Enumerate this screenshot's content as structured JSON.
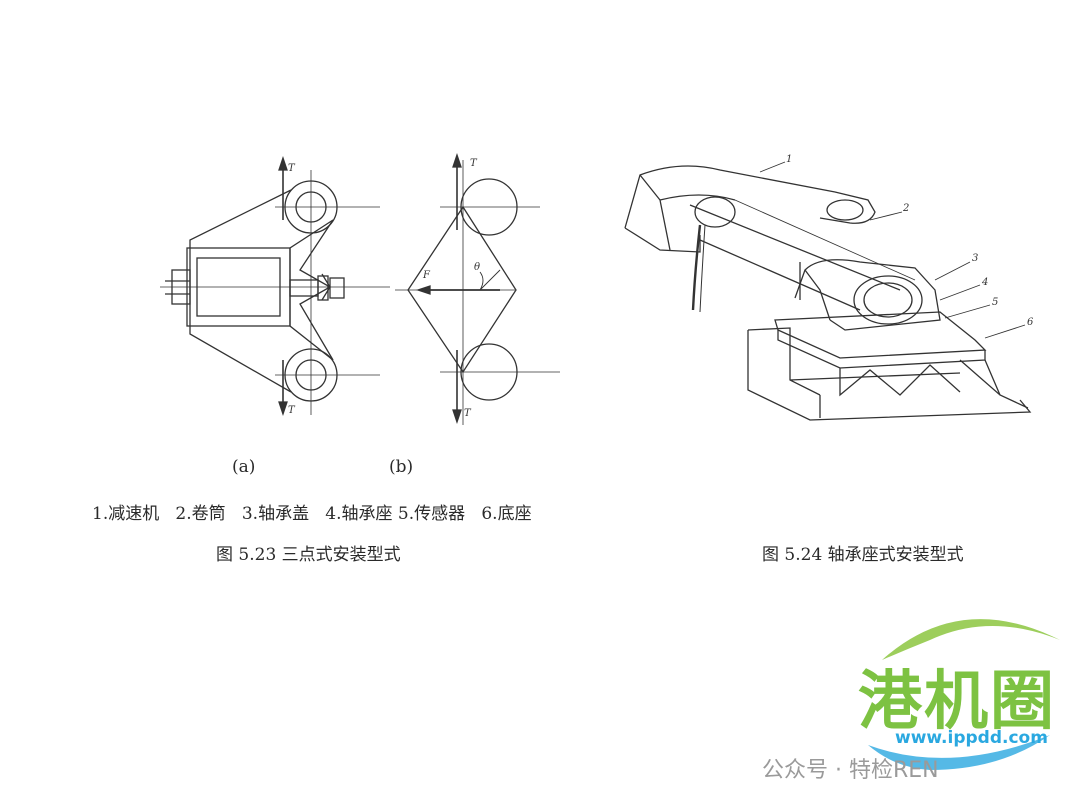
{
  "subfigure_labels": {
    "a": "(a)",
    "b": "(b)"
  },
  "force_labels": {
    "T": "T",
    "F": "F",
    "theta": "θ"
  },
  "part_numbers": [
    "1",
    "2",
    "3",
    "4",
    "5",
    "6"
  ],
  "legend": "1.减速机   2.卷筒   3.轴承盖   4.轴承座 5.传感器   6.底座",
  "captions": {
    "left": "图 5.23 三点式安装型式",
    "right": "图 5.24 轴承座式安装型式"
  },
  "watermark": {
    "brand": "港机圈",
    "url": "www.ippdd.com",
    "account": "公众号 · 特检REN",
    "colors": {
      "green": "#8cc63f",
      "blue": "#2aa8e0"
    }
  }
}
